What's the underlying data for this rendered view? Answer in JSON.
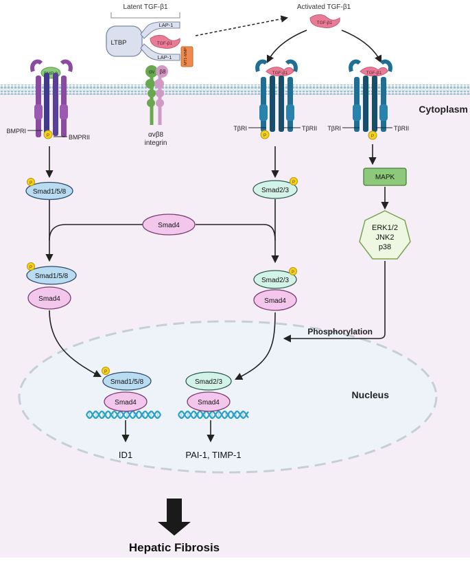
{
  "top": {
    "latent_label": "Latent TGF-β1",
    "ltbp": "LTBP",
    "lap1_top": "LAP-1",
    "lap1_bottom": "LAP-1",
    "tgf_latent": "TGF-β1",
    "mt1_mmp": "MT1-MMP",
    "integrin_alpha": "αv",
    "integrin_beta": "β8",
    "integrin_label_1": "αvβ8",
    "integrin_label_2": "integrin",
    "activated_label": "Activated TGF-β1",
    "tgf_activated": "TGF-β1"
  },
  "receptors": {
    "bmp_ligand": "BMP-9",
    "bmpri": "BMPRI",
    "bmprii": "BMPRII",
    "tgf_mid": "TGF-β1",
    "tgf_right": "TGF-β1",
    "tbri_mid": "TβRI",
    "tbrii_mid": "TβRII",
    "tbri_right": "TβRI",
    "tbrii_right": "TβRII",
    "p": "P"
  },
  "regions": {
    "cytoplasm": "Cytoplasm",
    "nucleus": "Nucleus",
    "phosphorylation": "Phosphorylation"
  },
  "nodes": {
    "smad158_a": "Smad1/5/8",
    "smad23_a": "Smad2/3",
    "mapk": "MAPK",
    "smad4_center": "Smad4",
    "erk": "ERK1/2",
    "jnk": "JNK2",
    "p38": "p38",
    "smad158_b": "Smad1/5/8",
    "smad4_left": "Smad4",
    "smad23_b": "Smad2/3",
    "smad4_right": "Smad4",
    "smad158_n": "Smad1/5/8",
    "smad4_n_left": "Smad4",
    "smad23_n": "Smad2/3",
    "smad4_n_right": "Smad4"
  },
  "outputs": {
    "id1": "ID1",
    "pai": "PAI-1, TIMP-1",
    "fibrosis": "Hepatic Fibrosis"
  },
  "colors": {
    "cytoplasm_bg": "#f6eef6",
    "membrane": "#b8d2dc",
    "smad158": "#b9dcf2",
    "smad23": "#d3f2e8",
    "smad4": "#f3c6ec",
    "mapk": "#8cc97a",
    "erk": "#eef7e2",
    "tgf": "#e87b96",
    "receptor_blue": "#1f6f95",
    "receptor_purple": "#8a4aa2",
    "phospho": "#f4d21a",
    "dna": "#2a9fc8",
    "mmp": "#ef8a4e",
    "integrin": "#6aa84f",
    "integrin_beta": "#d19ac4"
  }
}
